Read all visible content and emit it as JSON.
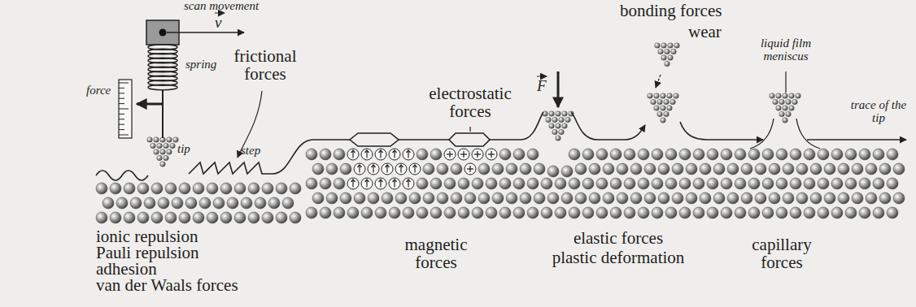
{
  "diagram": {
    "labels": [
      "scan movement",
      "v",
      "force",
      "spring",
      "tip",
      "frictional forces",
      "step",
      "electrostatic forces",
      "F",
      "bonding forces",
      "wear",
      "liquid film meniscus",
      "trace of the tip",
      "ionic repulsion",
      "Pauli repulsion",
      "adhesion",
      "van der Waals forces",
      "magnetic forces",
      "elastic forces",
      "plastic deformation",
      "capillary forces"
    ]
  }
}
